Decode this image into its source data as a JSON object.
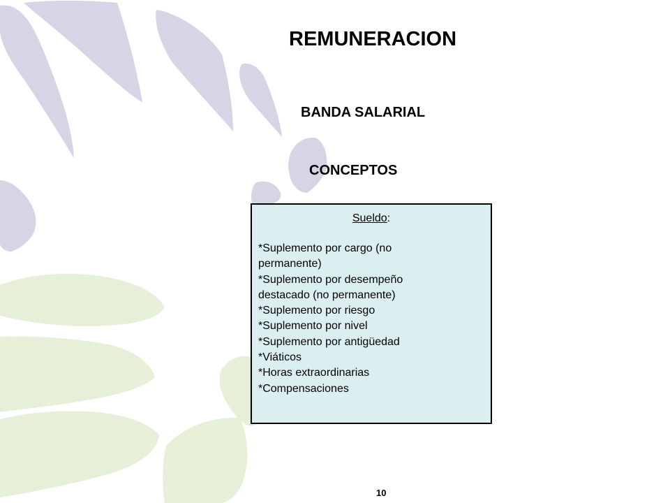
{
  "slide": {
    "title": "REMUNERACION",
    "sections": [
      "BANDA SALARIAL",
      "CONCEPTOS"
    ],
    "box": {
      "heading": "Sueldo",
      "heading_suffix": ":",
      "items": [
        "*Suplemento por cargo (no permanente)",
        "*Suplemento por desempeño destacado (no permanente)",
        "*Suplemento por riesgo",
        "*Suplemento por nivel",
        "*Suplemento por antigüedad",
        "*Viáticos",
        "*Horas extraordinarias",
        "*Compensaciones"
      ]
    },
    "page_number": "10"
  },
  "colors": {
    "petal_lavender": "#d5d5e6",
    "petal_green": "#e6f0d8",
    "box_fill": "#dbeef0",
    "box_border": "#000000",
    "text": "#000000"
  }
}
